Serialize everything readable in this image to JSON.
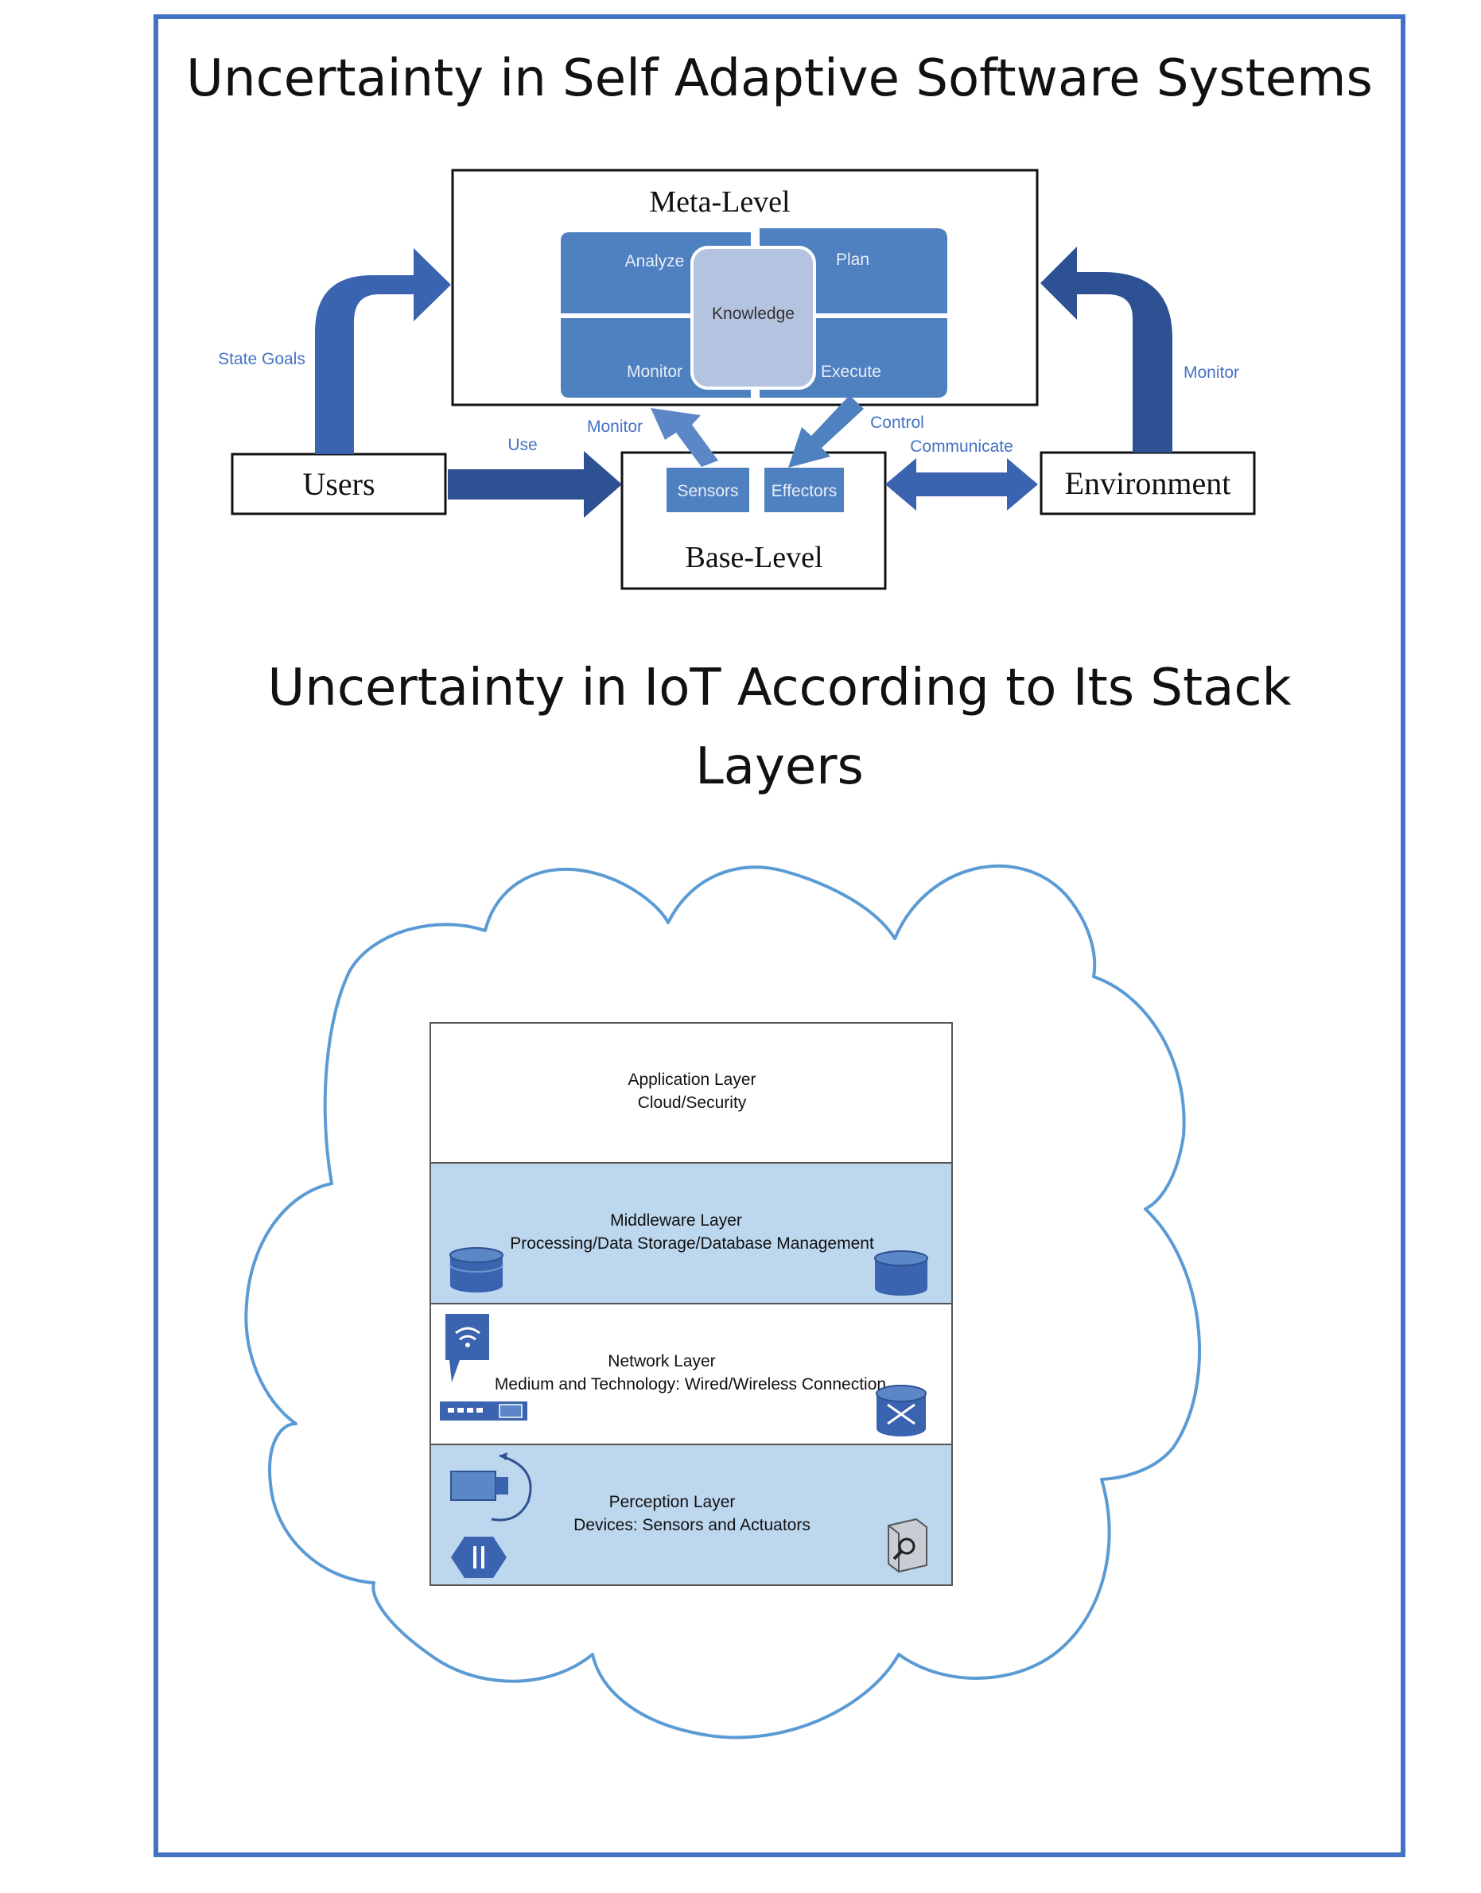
{
  "colors": {
    "frame": "#4472C4",
    "arrow": "#3A63B0",
    "arrow_dark": "#2E5193",
    "label_blue": "#4472C4",
    "mape_block": "#4F80C0",
    "knowledge": "#B4C3DF",
    "layer_fill": "#BDD7EE",
    "cloud": "#5B9BD5"
  },
  "top": {
    "title": "Uncertainty in Self Adaptive Software Systems",
    "meta_level": "Meta-Level",
    "mape": {
      "analyze": "Analyze",
      "plan": "Plan",
      "monitor": "Monitor",
      "execute": "Execute",
      "knowledge": "Knowledge"
    },
    "base_level": "Base-Level",
    "sensors": "Sensors",
    "effectors": "Effectors",
    "users": "Users",
    "environment": "Environment",
    "labels": {
      "state_goals": "State Goals",
      "use": "Use",
      "monitor_left": "Monitor",
      "control": "Control",
      "communicate": "Communicate",
      "monitor_right": "Monitor"
    }
  },
  "bottom": {
    "title_line1": "Uncertainty in IoT According to Its Stack",
    "title_line2": "Layers",
    "layers": [
      {
        "name": "Application Layer",
        "desc": "Cloud/Security",
        "icons": []
      },
      {
        "name": "Middleware Layer",
        "desc": "Processing/Data Storage/Database Management",
        "icons": [
          "database-icon",
          "database-icon"
        ]
      },
      {
        "name": "Network Layer",
        "desc": "Medium and Technology: Wired/Wireless Connection",
        "icons": [
          "wifi-icon",
          "switch-icon",
          "router-icon"
        ]
      },
      {
        "name": "Perception Layer",
        "desc": "Devices: Sensors and Actuators",
        "icons": [
          "camera-icon",
          "capacitor-icon",
          "scanner-icon"
        ]
      }
    ]
  }
}
